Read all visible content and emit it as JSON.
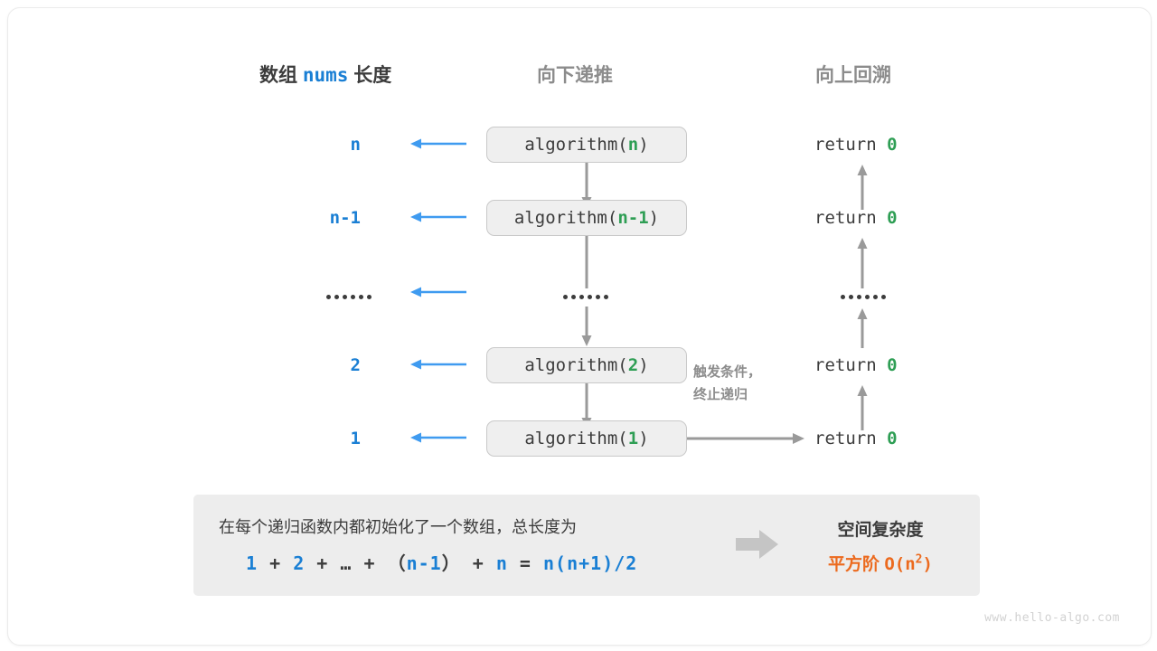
{
  "figure": {
    "watermark": "www.hello-algo.com",
    "colors": {
      "blue": "#1a7fd4",
      "arrow_blue": "#3f9bf0",
      "green": "#2e9e54",
      "orange": "#ec6a1e",
      "gray_text": "#8c8c8c",
      "dark_text": "#3c3c3c",
      "box_fill": "#efefef",
      "box_border": "#c9c9c9",
      "panel_fill": "#ededed"
    }
  },
  "headers": {
    "left_prefix": "数组",
    "left_code": "nums",
    "left_suffix": "长度",
    "middle": "向下递推",
    "right": "向上回溯"
  },
  "rows": [
    {
      "length": "n",
      "call_name": "algorithm",
      "call_arg": "n",
      "return_text": "return",
      "return_value": "0",
      "is_ellipsis": false
    },
    {
      "length": "n-1",
      "call_name": "algorithm",
      "call_arg": "n-1",
      "return_text": "return",
      "return_value": "0",
      "is_ellipsis": false
    },
    {
      "length": "……",
      "call_name": "",
      "call_arg": "",
      "return_text": "",
      "return_value": "",
      "is_ellipsis": true
    },
    {
      "length": "2",
      "call_name": "algorithm",
      "call_arg": "2",
      "return_text": "return",
      "return_value": "0",
      "is_ellipsis": false
    },
    {
      "length": "1",
      "call_name": "algorithm",
      "call_arg": "1",
      "return_text": "return",
      "return_value": "0",
      "is_ellipsis": false
    }
  ],
  "note": {
    "line1": "触发条件，",
    "line2": "终止递归"
  },
  "panel": {
    "description": "在每个递归函数内都初始化了一个数组，总长度为",
    "formula": {
      "t1": "1",
      "op1": "+",
      "t2": "2",
      "op2": "+",
      "t3": "…",
      "op3": "+",
      "paren_open": "（",
      "t4": "n-1",
      "paren_close": "）",
      "op4": "+",
      "t5": "n",
      "eq": "=",
      "result": "n(n+1)/2"
    },
    "result_title": "空间复杂度",
    "result_prefix": "平方阶",
    "result_notation": "O(n",
    "result_exp": "2",
    "result_suffix": ")"
  }
}
